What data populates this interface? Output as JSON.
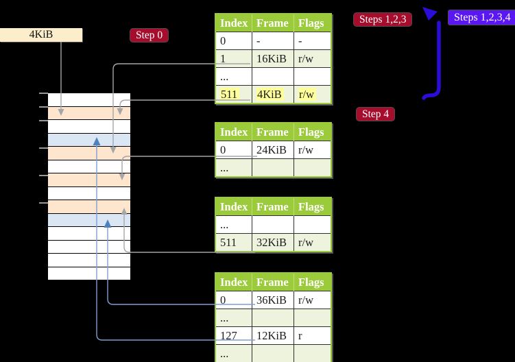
{
  "labels": {
    "page_size": "4KiB",
    "step0": "Step 0",
    "steps123": "Steps 1,2,3",
    "steps1234": "Steps 1,2,3,4",
    "step4": "Step 4"
  },
  "colors": {
    "background": "#000000",
    "table_header_green": "#9bca3b",
    "table_row_shade": "#eef3de",
    "highlight_yellow": "#ffff99",
    "memory_white": "#ffffff",
    "memory_peach": "#fde5ce",
    "memory_blue": "#dbe6f4",
    "badge_red": "#a60c2c",
    "badge_violet": "#5a17f2",
    "connector_gray": "#a6a6a6",
    "connector_blue": "#7d9fd3",
    "arrowhead_blue": "#4f81bd",
    "loop_arrow_blue": "#2b0dd8",
    "page_size_label_bg": "#fceecb"
  },
  "tables": [
    {
      "columns": [
        "Index",
        "Frame",
        "Flags"
      ],
      "rows": [
        {
          "cells": [
            "0",
            "-",
            "-"
          ]
        },
        {
          "cells": [
            "1",
            "16KiB",
            "r/w"
          ]
        },
        {
          "cells": [
            "...",
            "",
            ""
          ]
        },
        {
          "cells": [
            "511",
            "4KiB",
            "r/w"
          ]
        }
      ]
    },
    {
      "columns": [
        "Index",
        "Frame",
        "Flags"
      ],
      "rows": [
        {
          "cells": [
            "0",
            "24KiB",
            "r/w"
          ]
        },
        {
          "cells": [
            "...",
            "",
            ""
          ]
        }
      ]
    },
    {
      "columns": [
        "Index",
        "Frame",
        "Flags"
      ],
      "rows": [
        {
          "cells": [
            "...",
            "",
            ""
          ]
        },
        {
          "cells": [
            "511",
            "32KiB",
            "r/w"
          ]
        }
      ]
    },
    {
      "columns": [
        "Index",
        "Frame",
        "Flags"
      ],
      "rows": [
        {
          "cells": [
            "0",
            "36KiB",
            "r/w"
          ]
        },
        {
          "cells": [
            "...",
            "",
            ""
          ]
        },
        {
          "cells": [
            "127",
            "12KiB",
            "r"
          ]
        },
        {
          "cells": [
            "...",
            "",
            ""
          ]
        }
      ]
    }
  ],
  "memory_strip": {
    "rows": [
      "white",
      "peach",
      "white",
      "blue",
      "peach",
      "white",
      "peach",
      "white",
      "peach",
      "blue",
      "white",
      "white",
      "white",
      "white"
    ]
  }
}
